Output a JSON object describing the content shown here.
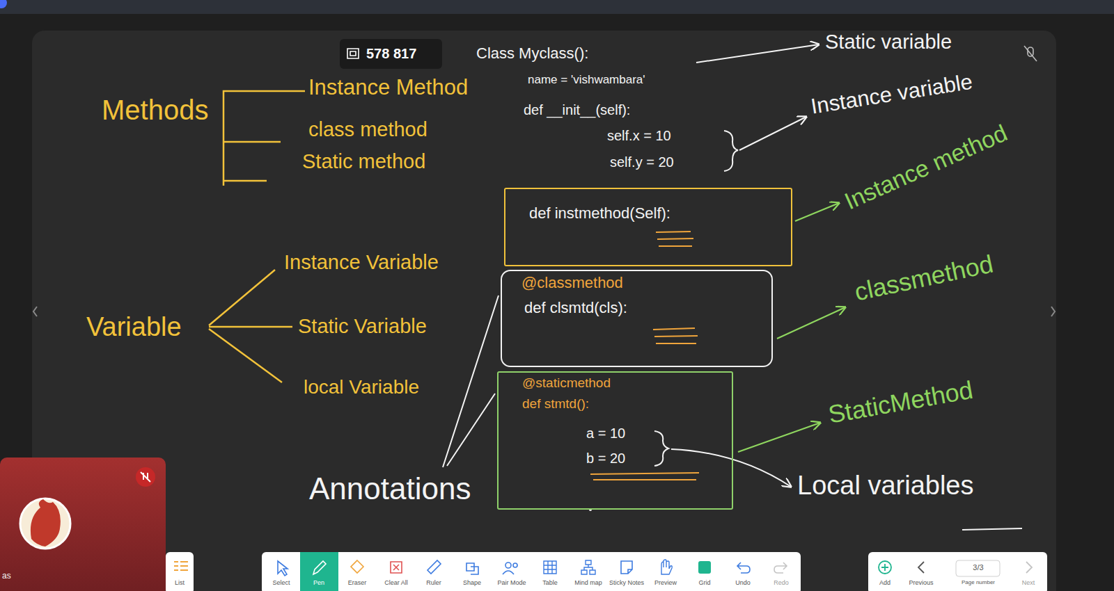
{
  "diagram": {
    "nodes": [
      {
        "text": [
          "578 817"
        ]
      },
      {
        "text": [
          "def instmethod(Self):"
        ]
      },
      {
        "text": [
          "@classmethod",
          "def clsmtd(cls):"
        ]
      },
      {
        "text": [
          "@staticmethod",
          "def stmtd():",
          "a = 10",
          "b = 20"
        ]
      }
    ],
    "labels": [
      "Class Myclass():",
      "name = 'vishwambara'",
      "def __init__(self):",
      "self.x = 10",
      "self.y = 20",
      "Static variable",
      "Instance variable",
      "Methods",
      "Instance Method",
      "class method",
      "Static method",
      "Instance method",
      "Variable",
      "Instance Variable",
      "Static Variable",
      "local Variable",
      "classmethod",
      "StaticMethod",
      "Annotations",
      "Local variables",
      "as",
      "List",
      "Select",
      "Pen",
      "Eraser",
      "Clear All",
      "Ruler",
      "Shape",
      "Pair Mode",
      "Table",
      "Mind map",
      "Sticky Notes",
      "Preview",
      "Grid",
      "Undo",
      "Redo",
      "Add",
      "Previous",
      "3/3",
      "Next",
      "Page number"
    ]
  }
}
